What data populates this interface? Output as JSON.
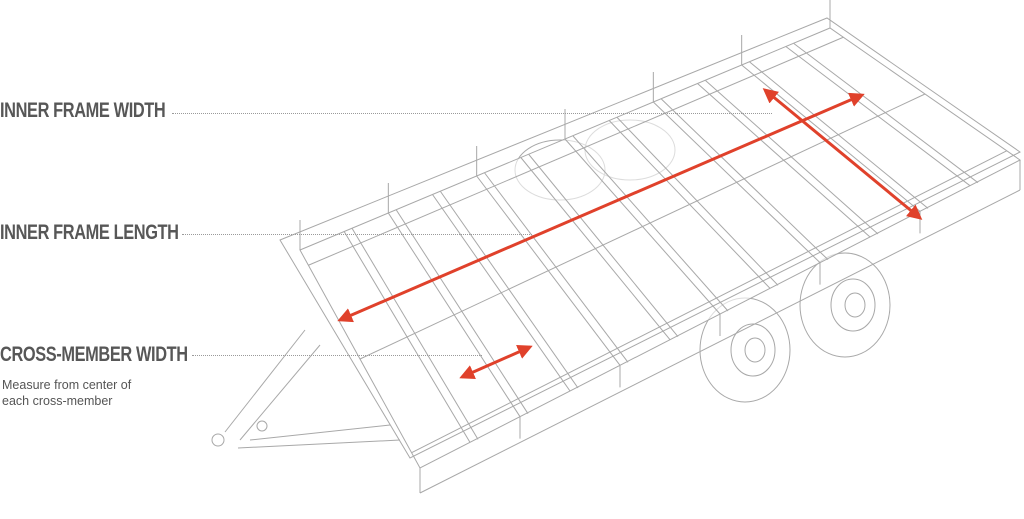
{
  "labels": {
    "inner_frame_width": "INNER FRAME WIDTH",
    "inner_frame_length": "INNER FRAME LENGTH",
    "cross_member_width": "CROSS-MEMBER WIDTH",
    "cross_member_note_line1": "Measure from center of",
    "cross_member_note_line2": "each cross-member"
  },
  "colors": {
    "arrow": "#e0412b",
    "line": "#a8a8a8",
    "text": "#575757"
  }
}
